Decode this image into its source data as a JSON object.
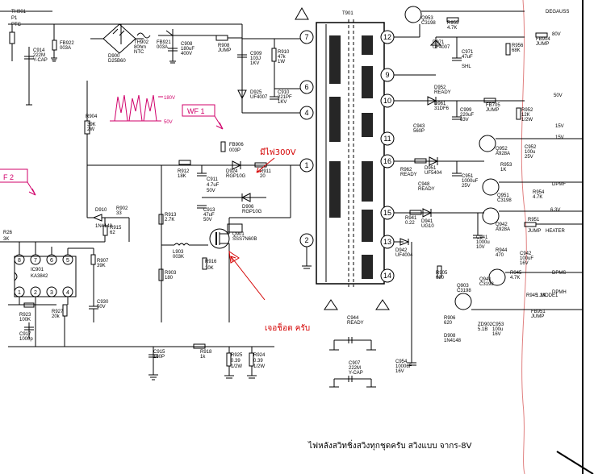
{
  "colors": {
    "wire": "#000000",
    "annotation_red": "#d40000",
    "annotation_pink": "#d0006a",
    "border_red": "#e08080"
  },
  "transformer": {
    "ref": "T901",
    "primary_pins": [
      "7",
      "6",
      "4",
      "1",
      "2"
    ],
    "secondary_pins": [
      "12",
      "9",
      "10",
      "11",
      "16",
      "15",
      "13",
      "14"
    ]
  },
  "input": {
    "th901": "TH901",
    "p1": "P1",
    "ptc": "PTC",
    "fb922": "FB922",
    "fb922_v": "003A",
    "c914": "C914",
    "c914_v": "222M",
    "c914_t": "Y-CAP",
    "d900": "D900",
    "d900_v": "D25B60",
    "th902": "TH902",
    "th902_v": "80hm",
    "th902_t": "NTC",
    "fb921": "FB921",
    "fb921_v": "003A",
    "c908": "C908",
    "c908_v": "180uF",
    "c908_t": "400V",
    "r908": "R908",
    "r908_v": "JUMP"
  },
  "primary": {
    "c909": "C909",
    "c909_v": "103J",
    "c909_t": "1KV",
    "r910": "R910",
    "r910_v": "47k",
    "r910_t": "1W",
    "d925": "D925",
    "d925_v": "UF4007",
    "c910": "C910",
    "c910_v": "221PF",
    "c910_t": "1KV",
    "r904": "R904",
    "r904_v": "39K",
    "r904_t": "2W",
    "fb906": "FB906",
    "fb906_v": "003P",
    "r912": "R912",
    "r912_v": "18K",
    "c911": "C911",
    "c911_v": "4.7uF",
    "c911_t": "50V",
    "d924": "D924",
    "d924_v": "RGP10G",
    "r911": "R911",
    "r911_v": "20",
    "d910": "D910",
    "d910_v": "1N4148",
    "r902": "R902",
    "r902_v": "33",
    "r913": "R913",
    "r913_v": "2.7K",
    "c913": "C913",
    "c913_v": "47uF",
    "c913_t": "50V",
    "d906": "D906",
    "d906_v": "RGP10G",
    "r915": "R915",
    "r915_v": "62",
    "l903": "L903",
    "l903_v": "003K",
    "q901": "Q901",
    "q901_v": "SSS7N60B",
    "r907": "R907",
    "r907_v": "39K",
    "r903": "R903",
    "r903_v": "180",
    "r916": "R916",
    "r916_v": "10K",
    "ic901": "IC901",
    "ic901_v": "KA3842",
    "ic_pins": [
      "8",
      "7",
      "6",
      "5",
      "1",
      "2",
      "3",
      "4"
    ],
    "r923": "R923",
    "r923_v": "100K",
    "c917": "C917",
    "c917_v": "1000p",
    "r927": "R927",
    "r927_v": "20k",
    "c930": "C930",
    "c930_v": "50V",
    "c915": "C915",
    "c915_v": "180P",
    "r918": "R918",
    "r918_v": "1k",
    "r925": "R925",
    "r925_v": "0.39",
    "r925_t": "1/2W",
    "r924": "R924",
    "r924_v": "0.39",
    "r924_t": "1/2W",
    "wf1": "WF 1",
    "wf2": "F 2",
    "wave_hi": "180V",
    "wave_lo": "50V",
    "r26": "R26",
    "r26_v": "3K"
  },
  "secondary": {
    "q953": "Q953",
    "q953_v": "C3198",
    "r955": "R955",
    "r955_v": "4.7K",
    "d971": "D971",
    "d971_v": "UF4007",
    "c971": "C971",
    "c971_v": "47uF",
    "c971_t": "SHL",
    "r956": "R956",
    "r956_v": "68K",
    "fb904": "FB904",
    "fb904_v": "JUMP",
    "d952": "D952",
    "d952_v": "READY",
    "d961": "D961",
    "d961_v": "31DF6",
    "c943": "C943",
    "c943_v": "560P",
    "c999": "C999",
    "c999_v": "220uF",
    "c999_t": "63V",
    "fb705": "FB705",
    "fb705_v": "JUMP",
    "r952": "R952",
    "r952_v": "12K",
    "r952_t": "1/2W",
    "q952": "Q952",
    "q952_v": "A928A",
    "c952": "C952",
    "c952_v": "100u",
    "c952_t": "25V",
    "r962": "R962",
    "r962_v": "READY",
    "d951": "D951",
    "d951_v": "UF5404",
    "c951": "C951",
    "c951_v": "1000uF",
    "c951_t": "25V",
    "c948": "C948",
    "c948_v": "READY",
    "r953": "R953",
    "r953_v": "1K",
    "q951": "Q951",
    "q951_v": "C3198",
    "r954": "R954",
    "r954_v": "4.7K",
    "r941": "R941",
    "r941_v": "0.22",
    "d941": "D941",
    "d941_v": "UG10",
    "q942": "Q942",
    "q942_v": "A928A",
    "r951": "R951",
    "r951_v": "JUMP",
    "c941": "C941",
    "c941_v": "1000u",
    "c941_t": "10V",
    "r944": "R944",
    "r944_v": "470",
    "c942": "C942",
    "c942_v": "100uF",
    "c942_t": "16V",
    "d942": "D942",
    "d942_v": "UF4004",
    "q941": "Q941",
    "q941_v": "C3198",
    "r945": "R945",
    "r945_v": "4.7K",
    "r905": "R905",
    "r905_v": "620",
    "q903": "Q903",
    "q903_v": "C3198",
    "r945b": "R945",
    "r945b_v": "1.2K",
    "zd902": "ZD902",
    "zd902_v": "5.1B",
    "c953": "C953",
    "c953_v": "100u",
    "c953_t": "16V",
    "fb951": "FB951",
    "fb951_v": "JUMP",
    "r906": "R906",
    "r906_v": "620",
    "d908": "D908",
    "d908_v": "1N4148",
    "c954": "C954",
    "c954_v": "1000uF",
    "c954_t": "16V",
    "c944": "C944",
    "c944_v": "READY",
    "c907": "C907",
    "c907_v": "222M",
    "c907_t": "Y-CAP",
    "mode": "MODE1"
  },
  "outputs": {
    "degauss": "DEGAUSS",
    "v80": "80V",
    "v50": "50V",
    "v15a": "15V",
    "v15b": "15V",
    "dpmf": "DPMF",
    "v63": "6.3V",
    "heater": "HEATER",
    "dpms": "DPMS",
    "dpmh": "DPMH"
  },
  "annotations": {
    "thai_300v": "มีไฟ300V",
    "thai_short": "เจอช็อต ครับ",
    "thai_footer": "ไฟหลังสวิทชิ่งสวิงทุกชุดครับ สวิงแบบ จากร-8V"
  }
}
